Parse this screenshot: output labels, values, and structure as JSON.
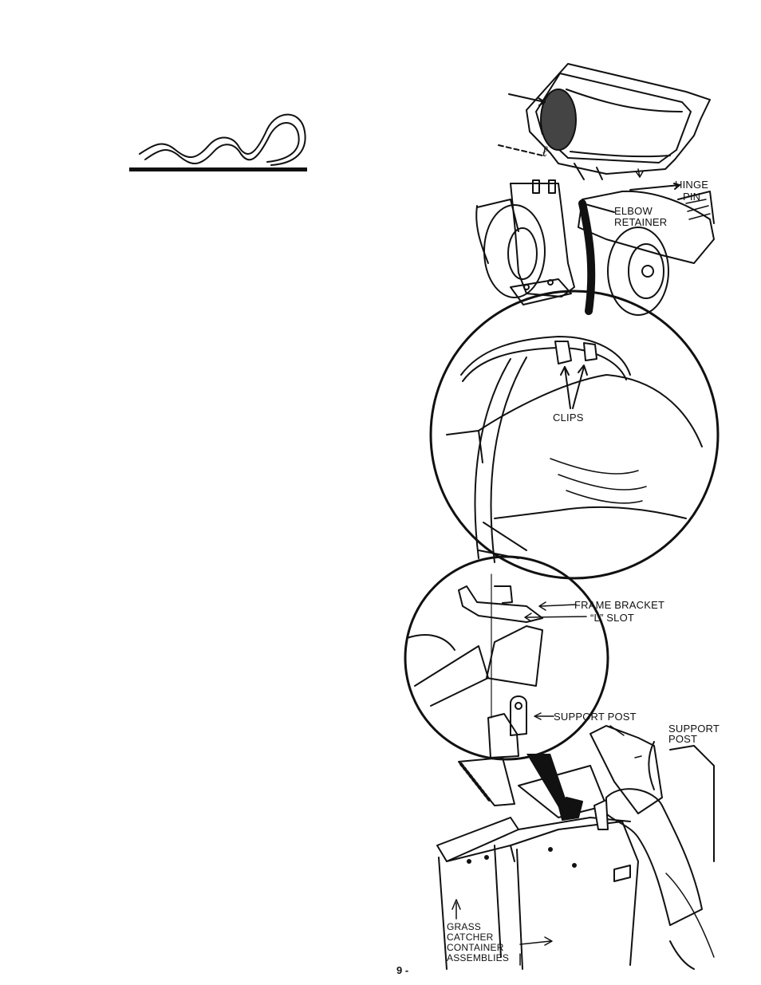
{
  "labels": {
    "hinge": "HINGE",
    "pin": "PIN",
    "elbow": "ELBOW",
    "retainer": "RETAINER",
    "clips": "CLIPS",
    "frame_bracket": "FRAME BRACKET",
    "l_slot": "“L” SLOT",
    "support_post_left": "SUPPORT POST",
    "support_post_right_1": "SUPPORT",
    "support_post_right_2": "POST",
    "grass": "GRASS",
    "catcher": "CATCHER",
    "container": "CONTAINER",
    "assemblies": "ASSEMBLIES"
  },
  "page_number": "9 -",
  "icons": [
    "hairpin-cotter-pin-icon",
    "elbow-hood-illustration",
    "clips-detail-illustration",
    "frame-bracket-detail-illustration",
    "grass-catcher-illustration"
  ]
}
